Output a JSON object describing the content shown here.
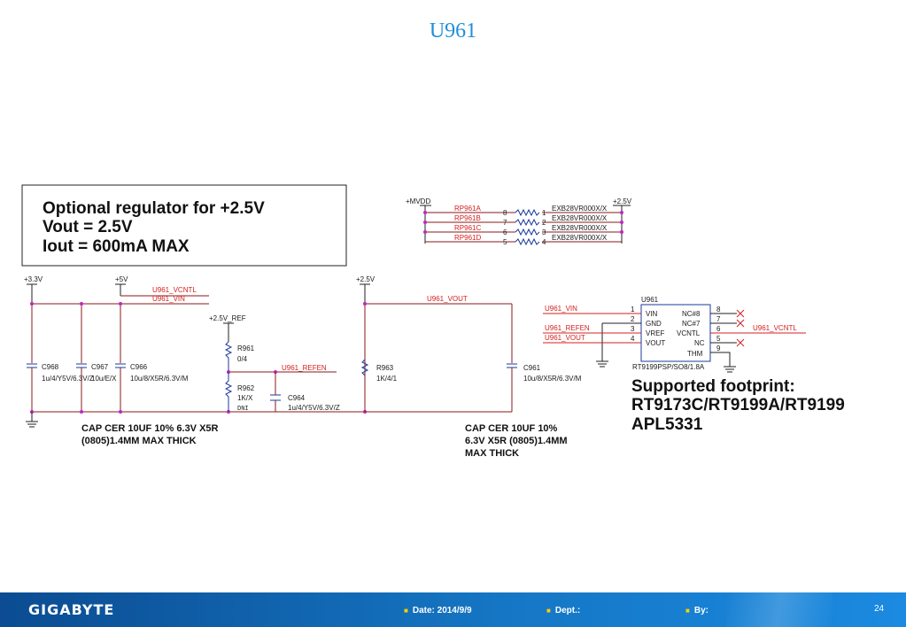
{
  "title": "U961",
  "note": {
    "line1": "Optional regulator for +2.5V",
    "line2": "Vout = 2.5V",
    "line3": "Iout = 600mA MAX"
  },
  "rpack": {
    "source": "+MVDD",
    "dest": "+2.5V",
    "rows": [
      {
        "ref": "RP961A",
        "pinL": "8",
        "pinR": "1",
        "value": "EXB28VR000X/X"
      },
      {
        "ref": "RP961B",
        "pinL": "7",
        "pinR": "2",
        "value": "EXB28VR000X/X"
      },
      {
        "ref": "RP961C",
        "pinL": "6",
        "pinR": "3",
        "value": "EXB28VR000X/X"
      },
      {
        "ref": "RP961D",
        "pinL": "5",
        "pinR": "4",
        "value": "EXB28VR000X/X"
      }
    ]
  },
  "rails": {
    "v33": "+3.3V",
    "v5": "+5V",
    "v25": "+2.5V",
    "v25ref": "+2.5V_REF"
  },
  "nets": {
    "vcntl": "U961_VCNTL",
    "vin": "U961_VIN",
    "vout": "U961_VOUT",
    "refen": "U961_REFEN"
  },
  "components": {
    "c968": {
      "ref": "C968",
      "value": "1u/4/Y5V/6.3V/Z"
    },
    "c967": {
      "ref": "C967",
      "value": "10u/E/X"
    },
    "c966": {
      "ref": "C966",
      "value": "10u/8/X5R/6.3V/M"
    },
    "r961": {
      "ref": "R961",
      "value": "0/4"
    },
    "r962": {
      "ref": "R962",
      "value": "1K/X",
      "flag": "DNI"
    },
    "c964": {
      "ref": "C964",
      "value": "1u/4/Y5V/6.3V/Z"
    },
    "r963": {
      "ref": "R963",
      "value": "1K/4/1"
    },
    "c961": {
      "ref": "C961",
      "value": "10u/8/X5R/6.3V/M"
    }
  },
  "cap_note_left": {
    "line1": "CAP CER 10UF 10% 6.3V X5R",
    "line2": "(0805)1.4MM MAX THICK"
  },
  "cap_note_right": {
    "line1": "CAP CER 10UF 10%",
    "line2": "6.3V X5R (0805)1.4MM",
    "line3": "MAX THICK"
  },
  "ic": {
    "ref": "U961",
    "part": "RT9199PSP/SO8/1.8A",
    "pins_left": [
      {
        "num": "1",
        "name": "VIN"
      },
      {
        "num": "2",
        "name": "GND"
      },
      {
        "num": "3",
        "name": "VREF"
      },
      {
        "num": "4",
        "name": "VOUT"
      }
    ],
    "pins_right": [
      {
        "num": "8",
        "name": "NC#8"
      },
      {
        "num": "7",
        "name": "NC#7"
      },
      {
        "num": "6",
        "name": "VCNTL"
      },
      {
        "num": "5",
        "name": "NC"
      },
      {
        "num": "9",
        "name": "THM"
      }
    ]
  },
  "footprint": {
    "line1": "Supported footprint:",
    "line2": "RT9173C/RT9199A/RT9199",
    "line3": "APL5331"
  },
  "footer": {
    "logo": "GIGABYTE",
    "date": "Date: 2014/9/9",
    "dept": "Dept.:",
    "by": "By:",
    "page": "24"
  },
  "colors": {
    "title": "#1f8fd6",
    "net_label": "#d32020",
    "wire": "#8a1a1a",
    "junction": "#c026c0",
    "footer": "#1576c4"
  }
}
